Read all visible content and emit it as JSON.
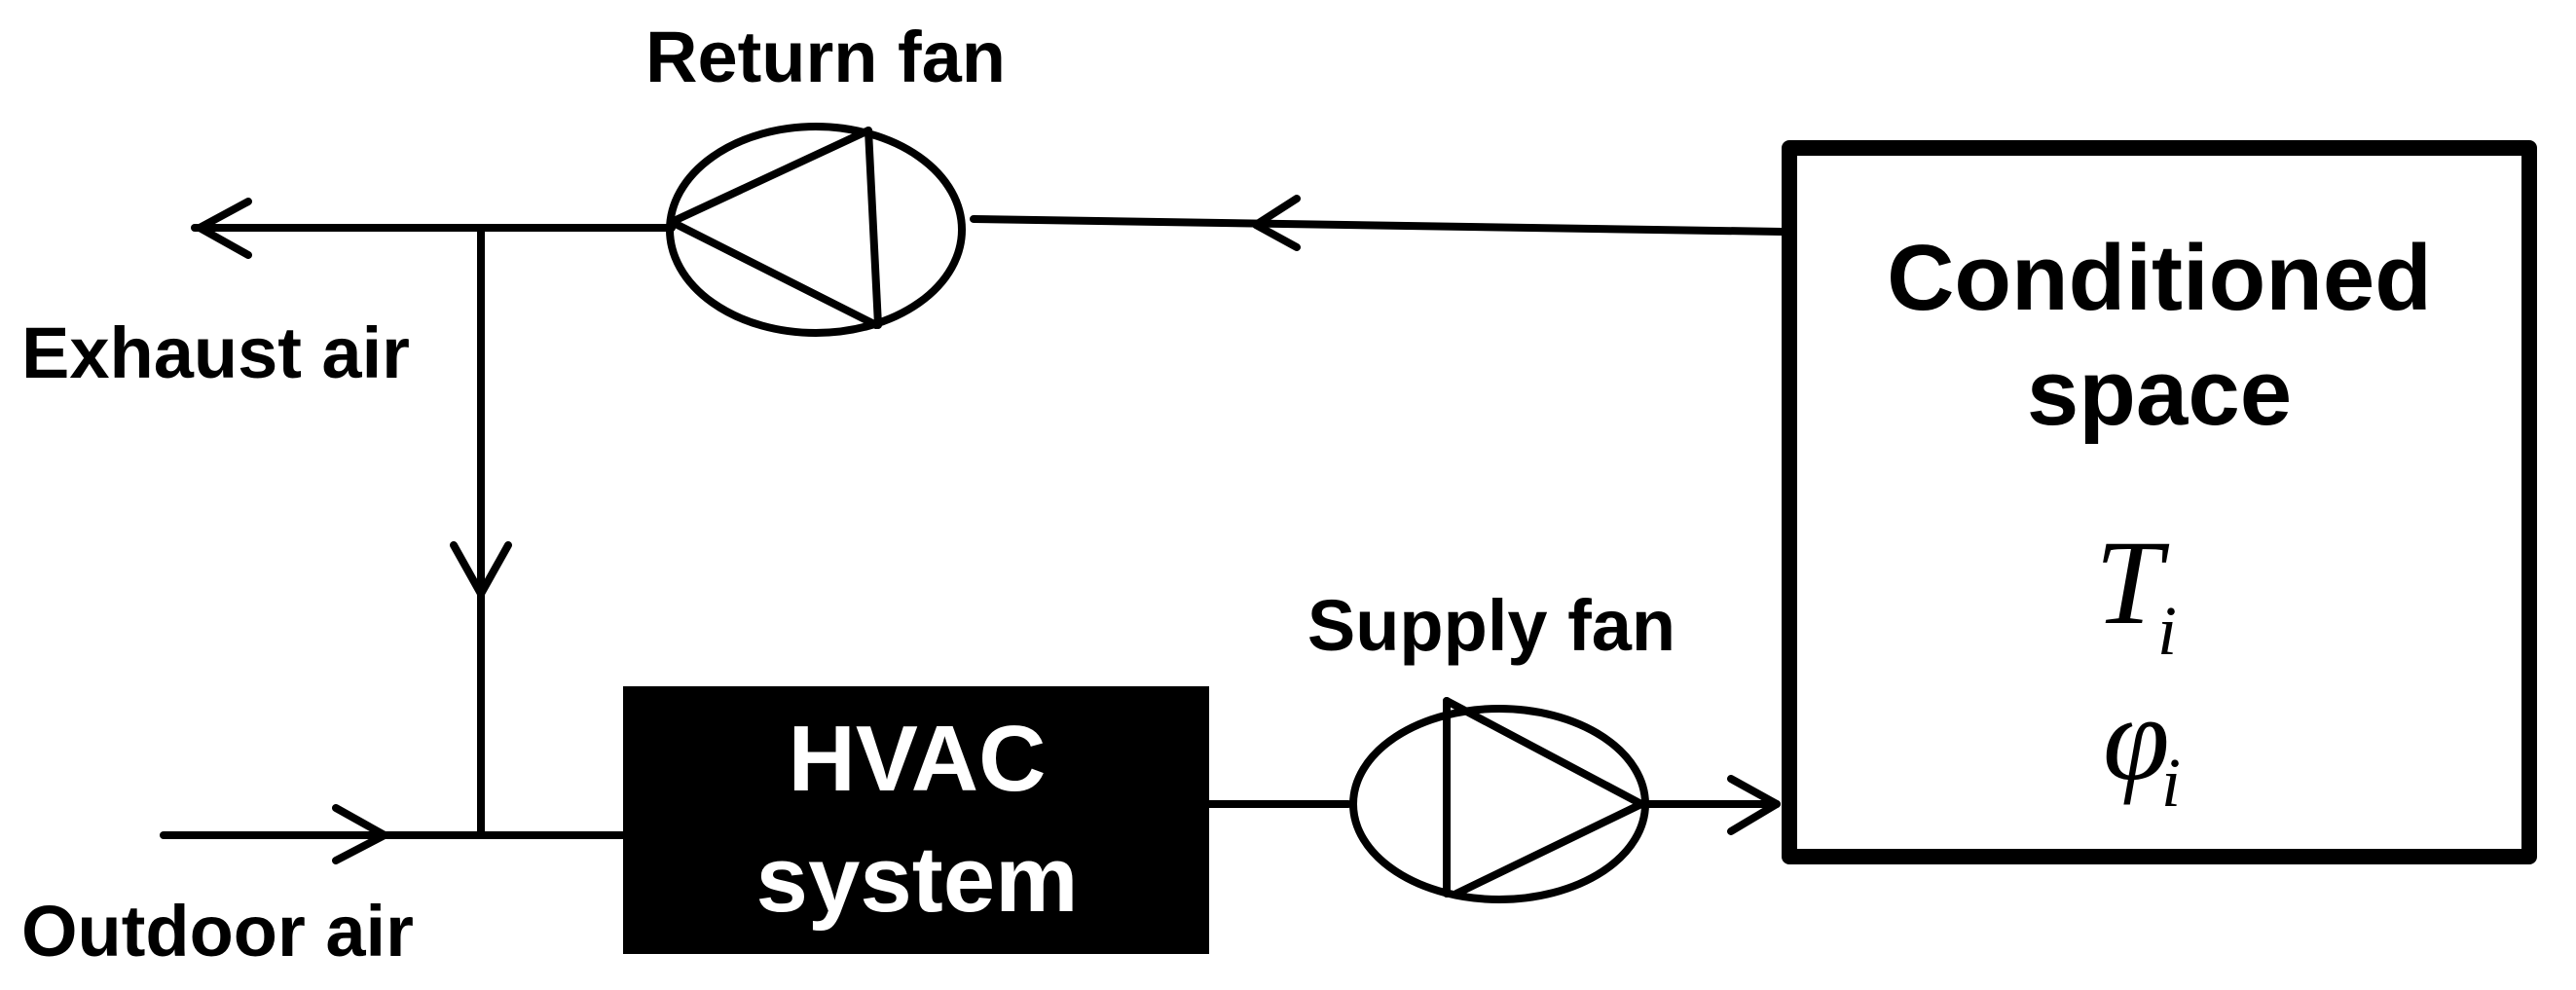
{
  "labels": {
    "return_fan": "Return fan",
    "supply_fan": "Supply fan",
    "exhaust_air": "Exhaust air",
    "outdoor_air": "Outdoor air",
    "hvac_line1": "HVAC",
    "hvac_line2": "system",
    "space_line1": "Conditioned",
    "space_line2": "space"
  },
  "symbols": {
    "temperature": {
      "base": "T",
      "sub": "i"
    },
    "humidity": {
      "base": "φ",
      "sub": "i"
    }
  },
  "colors": {
    "line": "#000000",
    "hvac_fill": "#000000",
    "hvac_text": "#ffffff",
    "background": "#ffffff"
  }
}
